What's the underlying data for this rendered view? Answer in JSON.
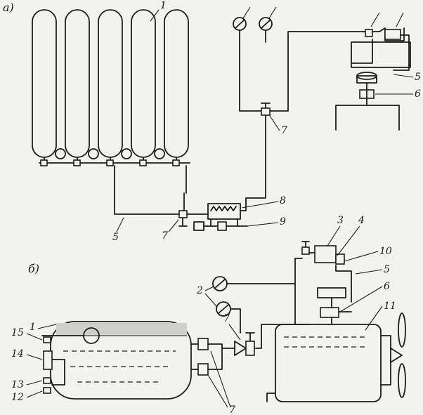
{
  "diagram": {
    "panels": [
      {
        "id": "a",
        "label": "а)"
      },
      {
        "id": "b",
        "label": "б)"
      }
    ],
    "callouts_a": [
      "1",
      "5",
      "6",
      "7",
      "7",
      "8",
      "9",
      "5"
    ],
    "callouts_b": [
      "3",
      "4",
      "10",
      "5",
      "2",
      "6",
      "11",
      "1",
      "15",
      "14",
      "13",
      "12",
      "7",
      "7"
    ]
  }
}
